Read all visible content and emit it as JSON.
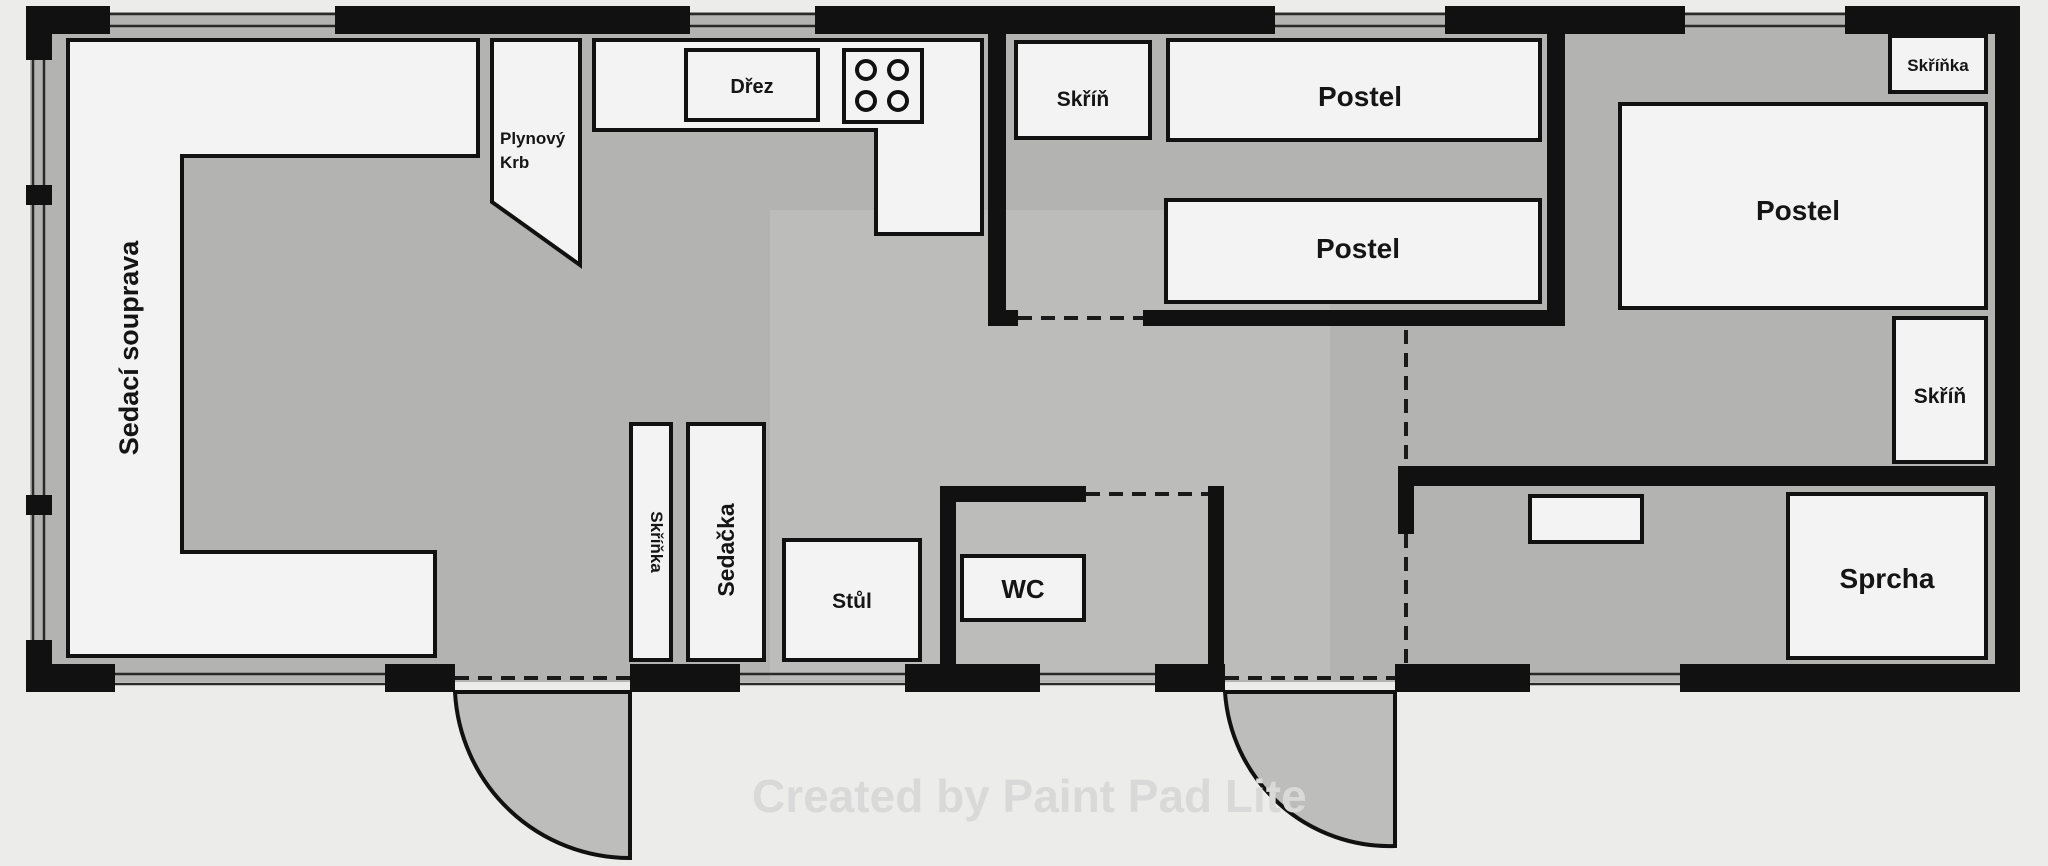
{
  "plan": {
    "rooms": {
      "living": {
        "sofa_label": "Sedací souprava"
      },
      "kitchen": {
        "sink_label": "Dřez",
        "fireplace_label_line1": "Plynový",
        "fireplace_label_line2": "Krb"
      },
      "dining": {
        "cabinet_label": "Skříňka",
        "bench_label": "Sedačka",
        "table_label": "Stůl"
      },
      "bedroom_small": {
        "wardrobe_label": "Skříň",
        "bed_top_label": "Postel",
        "bed_bottom_label": "Postel"
      },
      "bedroom_large": {
        "cabinet_label": "Skříňka",
        "bed_label": "Postel",
        "wardrobe_label": "Skříň"
      },
      "bathroom": {
        "shower_label": "Sprcha"
      },
      "toilet": {
        "wc_label": "WC"
      }
    },
    "watermark": "Created by Paint Pad Lite"
  },
  "colors": {
    "wall": "#111111",
    "floor": "#b3b3b1",
    "furniture": "#f3f3f3",
    "exterior": "#ececea"
  }
}
